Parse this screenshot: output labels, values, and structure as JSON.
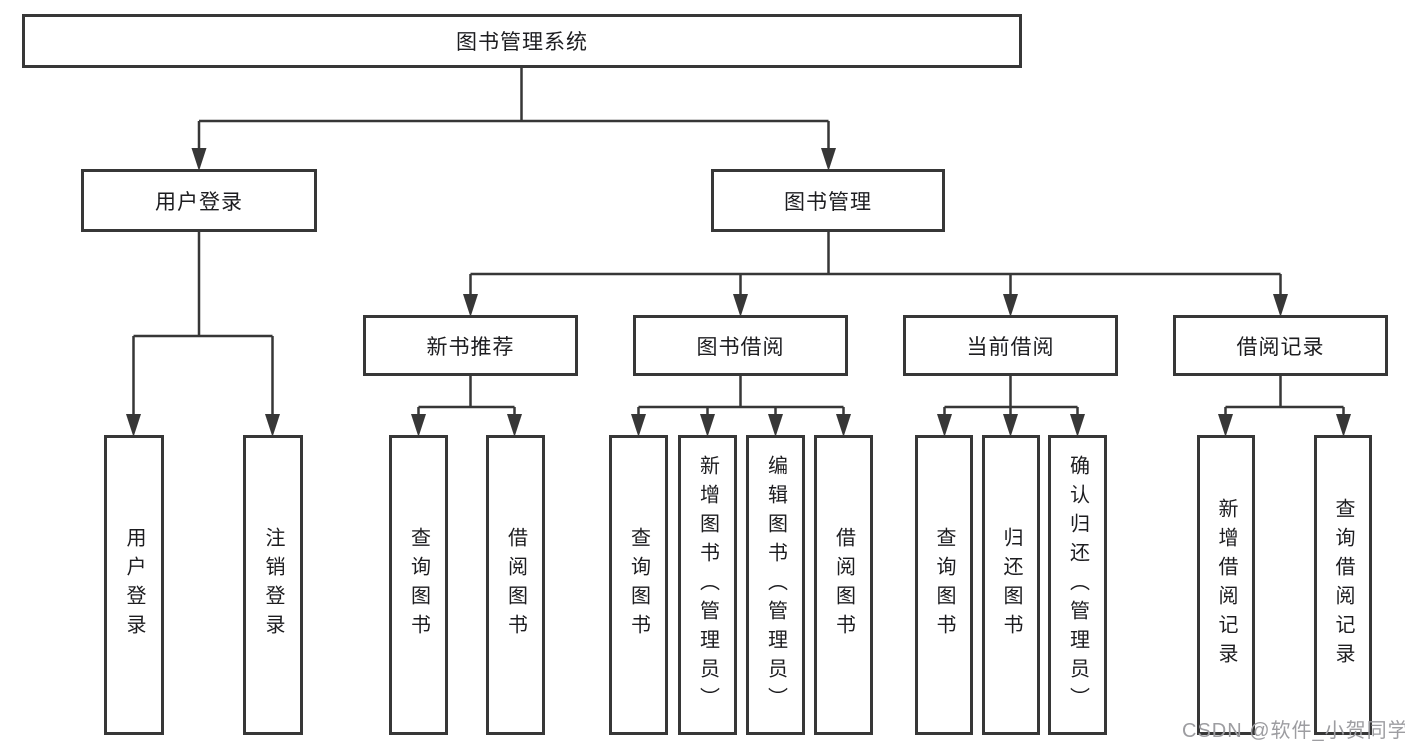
{
  "colors": {
    "line": "#373737",
    "box_border": "#373737",
    "text": "#1d1d20",
    "watermark": "#9d9da1",
    "background": "#ffffff"
  },
  "watermark": {
    "text": "CSDN @软件_小贺同学"
  },
  "tree": {
    "label": "图书管理系统",
    "children": [
      {
        "label": "用户登录",
        "children": [
          {
            "label": "用户登录"
          },
          {
            "label": "注销登录"
          }
        ]
      },
      {
        "label": "图书管理",
        "children": [
          {
            "label": "新书推荐",
            "children": [
              {
                "label": "查询图书"
              },
              {
                "label": "借阅图书"
              }
            ]
          },
          {
            "label": "图书借阅",
            "children": [
              {
                "label": "查询图书"
              },
              {
                "label": "新增图书（管理员）"
              },
              {
                "label": "编辑图书（管理员）"
              },
              {
                "label": "借阅图书"
              }
            ]
          },
          {
            "label": "当前借阅",
            "children": [
              {
                "label": "查询图书"
              },
              {
                "label": "归还图书"
              },
              {
                "label": "确认归还（管理员）"
              }
            ]
          },
          {
            "label": "借阅记录",
            "children": [
              {
                "label": "新增借阅记录"
              },
              {
                "label": "查询借阅记录"
              }
            ]
          }
        ]
      }
    ]
  }
}
